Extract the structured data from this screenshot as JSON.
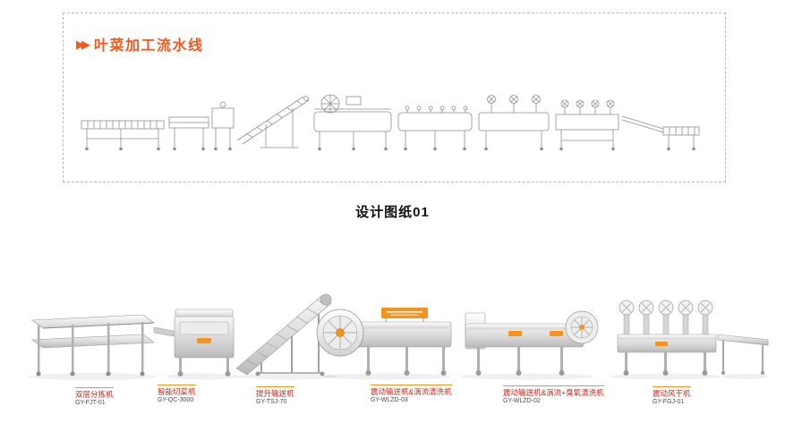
{
  "header": {
    "arrow_icon": "▶▶",
    "title": "叶菜加工流水线"
  },
  "caption": "设计图纸01",
  "machines": [
    {
      "name": "双层分拣机",
      "model": "GY-FJT-01"
    },
    {
      "name": "智能切菜机",
      "model": "GY-QC-3000"
    },
    {
      "name": "提升输送机",
      "model": "GY-TSJ-70"
    },
    {
      "name": "震动输送机&涡流清洗机",
      "model": "GY-WLZD-03"
    },
    {
      "name": "震动输送机&涡流+臭氧清洗机",
      "model": "GY-WLZD-02"
    },
    {
      "name": "震动风干机",
      "model": "GY-FGJ-01"
    }
  ],
  "colors": {
    "accent_orange": "#f4571c",
    "machine_accent_orange": "#f6921e",
    "label_red": "#cf2417",
    "model_text_gray": "#4a4a4a"
  }
}
